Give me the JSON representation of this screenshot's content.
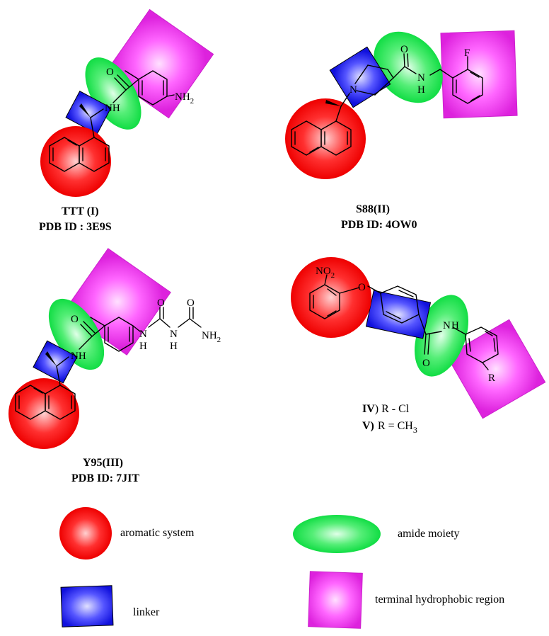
{
  "colors": {
    "aromatic": "#ff1a1a",
    "amide": "#22dd55",
    "linker": "#2222ee",
    "terminal": "#ee33ee"
  },
  "atoms": {
    "m1_nh2": "NH",
    "m1_nh2_sub": "2",
    "m1_o": "O",
    "m1_nh": "NH",
    "m2_o": "O",
    "m2_n_amide": "N",
    "m2_h": "H",
    "m2_f": "F",
    "m2_n_ring": "N",
    "m3_o1": "O",
    "m3_nh": "NH",
    "m3_n1": "N",
    "m3_h1": "H",
    "m3_o2": "O",
    "m3_n2": "N",
    "m3_h2": "H",
    "m3_o3": "O",
    "m3_nh2": "NH",
    "m3_nh2_sub": "2",
    "m4_no2": "NO",
    "m4_no2_sub": "2",
    "m4_o_ether": "O",
    "m4_n": "N",
    "m4_h": "H",
    "m4_o": "O",
    "m4_r": "R"
  },
  "captions": {
    "m1_name": "TTT (I)",
    "m1_pdb": "PDB ID : 3E9S",
    "m2_name": "S88(II)",
    "m2_pdb": "PDB ID: 4OW0",
    "m3_name": "Y95(III)",
    "m3_pdb": "PDB ID: 7JIT",
    "m4_iv_num": "IV",
    "m4_iv_text": ") R - Cl",
    "m4_v_num": "V)",
    "m4_v_text": "R = CH",
    "m4_v_sub": "3"
  },
  "legend": {
    "aromatic": "aromatic system",
    "amide": "amide moiety",
    "linker": "linker",
    "terminal": "terminal hydrophobic region"
  }
}
